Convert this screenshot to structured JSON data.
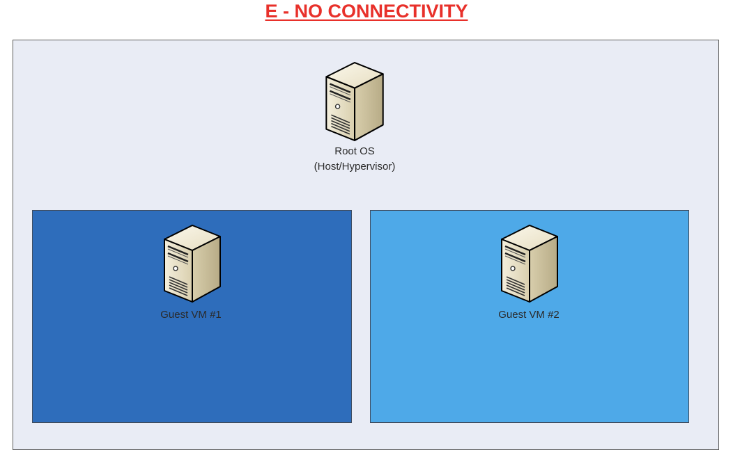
{
  "title": "E - NO CONNECTIVITY",
  "host": {
    "name": "Root OS",
    "subtitle": "(Host/Hypervisor)",
    "background": "#e9ecf5"
  },
  "vms": [
    {
      "label": "Guest VM #1",
      "color": "#2e6dbb"
    },
    {
      "label": "Guest VM #2",
      "color": "#4ea9e8"
    }
  ],
  "colors": {
    "title": "#e8302a",
    "border": "#5b5b5b"
  },
  "icons": {
    "server": "server-icon"
  }
}
